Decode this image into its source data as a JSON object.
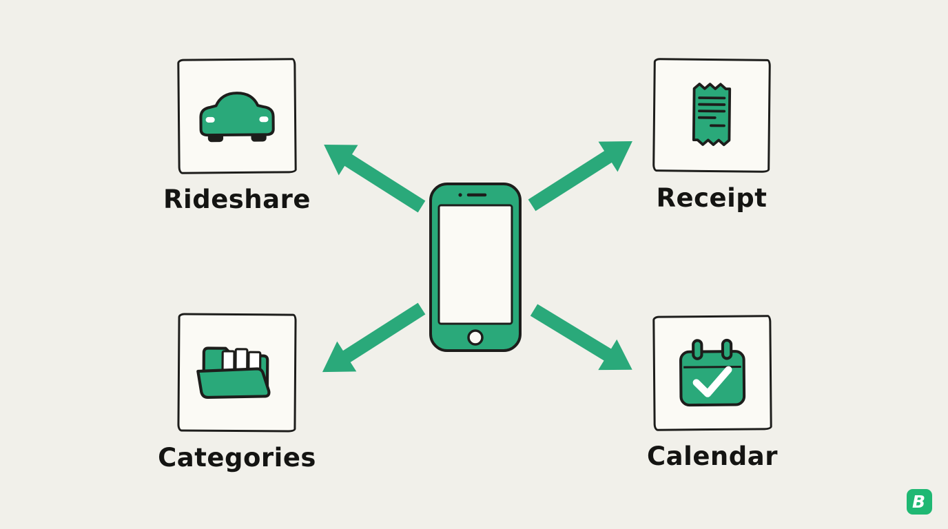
{
  "canvas": {
    "background": "#f1f0ea",
    "accent_green": "#2aa97a",
    "outline_dark": "#1d1d1b",
    "box_fill": "#fbfaf5"
  },
  "diagram": {
    "center": {
      "name": "phone",
      "description": "smartphone illustration"
    },
    "nodes": [
      {
        "id": "rideshare",
        "label": "Rideshare",
        "icon": "car-icon",
        "position": "top-left"
      },
      {
        "id": "receipt",
        "label": "Receipt",
        "icon": "receipt-icon",
        "position": "top-right"
      },
      {
        "id": "categories",
        "label": "Categories",
        "icon": "folder-icon",
        "position": "bottom-left"
      },
      {
        "id": "calendar",
        "label": "Calendar",
        "icon": "calendar-icon",
        "position": "bottom-right"
      }
    ],
    "arrows": [
      {
        "from": "phone",
        "to": "rideshare"
      },
      {
        "from": "phone",
        "to": "receipt"
      },
      {
        "from": "phone",
        "to": "categories"
      },
      {
        "from": "phone",
        "to": "calendar"
      }
    ]
  },
  "branding": {
    "logo_letter": "B",
    "logo_color": "#1fb873"
  }
}
